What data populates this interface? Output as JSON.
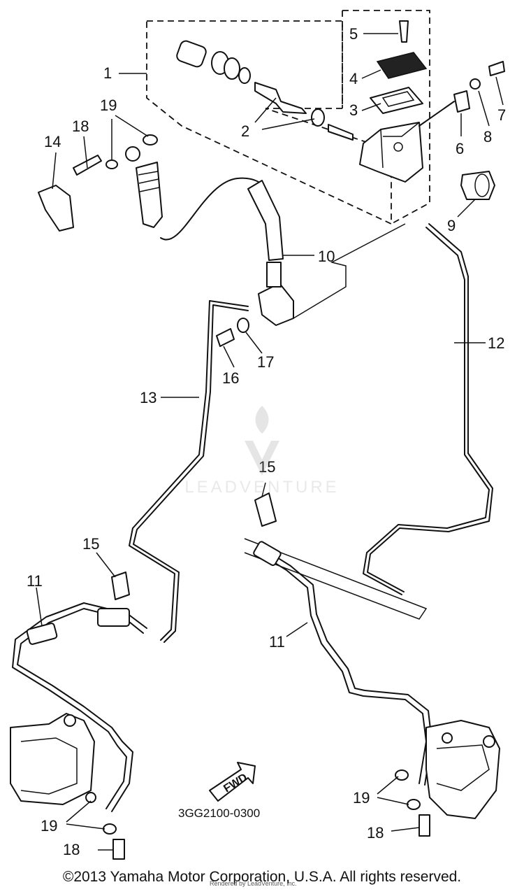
{
  "diagram": {
    "callouts": {
      "c1": "1",
      "c2": "2",
      "c3": "3",
      "c4": "4",
      "c5": "5",
      "c6": "6",
      "c7": "7",
      "c8": "8",
      "c9": "9",
      "c10": "10",
      "c11a": "11",
      "c11b": "11",
      "c12": "12",
      "c13": "13",
      "c14": "14",
      "c15a": "15",
      "c15b": "15",
      "c16": "16",
      "c17": "17",
      "c18a": "18",
      "c18b": "18",
      "c18c": "18",
      "c19a": "19",
      "c19b": "19",
      "c19c": "19"
    },
    "fwd_label": "FWD",
    "diagram_code": "3GG2100-0300",
    "watermark": "LEADVENTURE"
  },
  "footer": {
    "copyright": "©2013 Yamaha Motor Corporation, U.S.A. All rights reserved.",
    "fine_print": "Rendered by LeadVenture, Inc."
  }
}
